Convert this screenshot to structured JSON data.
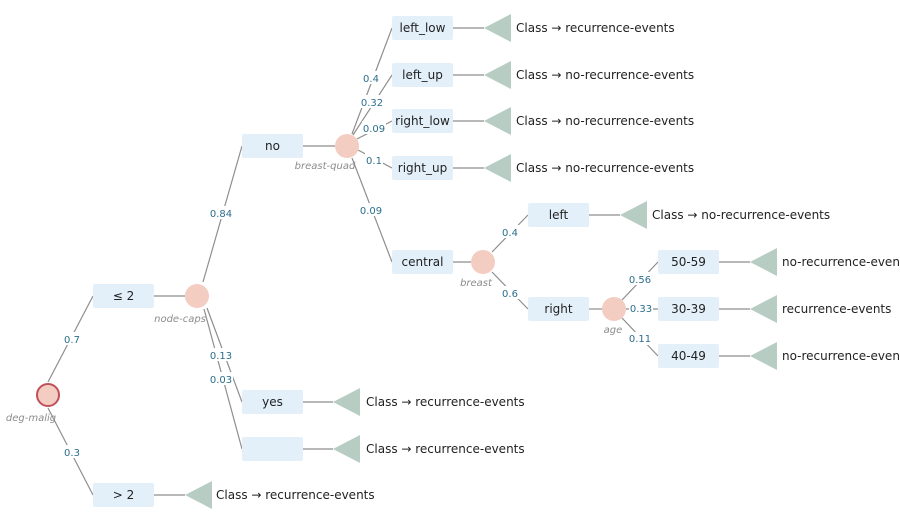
{
  "colors": {
    "edge": "#8e8e8e",
    "value_box": "#e3f0fa",
    "node_fill": "#f3cdc2",
    "root_fill": "#f3cdc2",
    "root_stroke": "#c0505a",
    "leaf_fill": "#b7cdc4",
    "prob_text": "#2c6e8c"
  },
  "tree": {
    "root": {
      "label": "deg-malig"
    },
    "branches": [
      {
        "value": "≤ 2",
        "prob": "0.7"
      },
      {
        "value": "> 2",
        "prob": "0.3"
      }
    ],
    "nodes": {
      "node_caps": "node-caps",
      "breast_quad": "breast-quad",
      "breast": "breast",
      "age": "age"
    },
    "node_caps_branches": [
      {
        "value": "no",
        "prob": "0.84"
      },
      {
        "value": "yes",
        "prob": "0.13"
      },
      {
        "value": "",
        "prob": "0.03"
      }
    ],
    "breast_quad_branches": [
      {
        "value": "left_low",
        "prob": "0.4"
      },
      {
        "value": "left_up",
        "prob": "0.32"
      },
      {
        "value": "right_low",
        "prob": "0.09"
      },
      {
        "value": "right_up",
        "prob": "0.1"
      },
      {
        "value": "central",
        "prob": "0.09"
      }
    ],
    "breast_branches": [
      {
        "value": "left",
        "prob": "0.4"
      },
      {
        "value": "right",
        "prob": "0.6"
      }
    ],
    "age_branches": [
      {
        "value": "50-59",
        "prob": "0.56"
      },
      {
        "value": "30-39",
        "prob": "0.33"
      },
      {
        "value": "40-49",
        "prob": "0.11"
      }
    ],
    "leaves": {
      "left_low": "Class → recurrence-events",
      "left_up": "Class → no-recurrence-events",
      "right_low": "Class → no-recurrence-events",
      "right_up": "Class → no-recurrence-events",
      "breast_left": "Class → no-recurrence-events",
      "age_50_59": "no-recurrence-events",
      "age_30_39": "recurrence-events",
      "age_40_49": "no-recurrence-events",
      "node_caps_yes": "Class → recurrence-events",
      "node_caps_blank": "Class → recurrence-events",
      "deg_gt2": "Class → recurrence-events"
    }
  }
}
